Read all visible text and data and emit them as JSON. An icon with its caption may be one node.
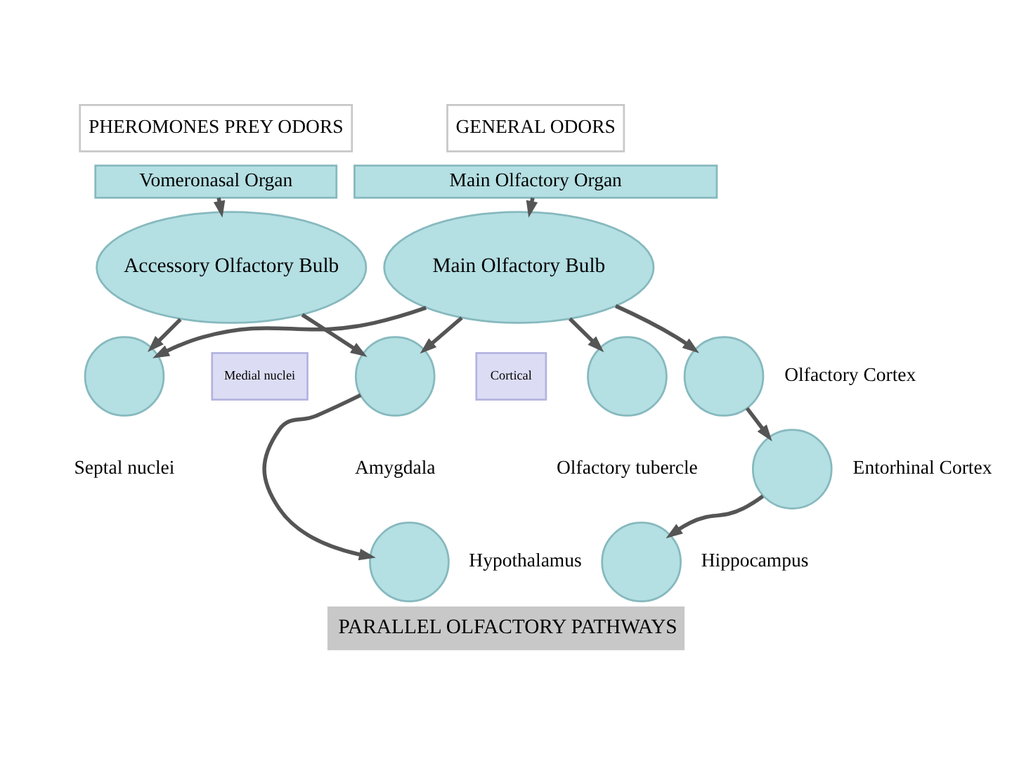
{
  "diagram": {
    "title": "PARALLEL OLFACTORY PATHWAYS",
    "nodes": [
      {
        "text": [
          "PHEROMONES PREY ODORS"
        ]
      },
      {
        "text": [
          "GENERAL ODORS"
        ]
      },
      {
        "text": [
          "Vomeronasal Organ"
        ]
      },
      {
        "text": [
          "Main Olfactory Organ"
        ]
      },
      {
        "text": [
          "Accessory Olfactory Bulb"
        ]
      },
      {
        "text": [
          "Main Olfactory Bulb"
        ]
      },
      {
        "text": [],
        "shape": "circle",
        "beside": [
          "Septal nuclei"
        ]
      },
      {
        "text": [
          "Medial nuclei"
        ]
      },
      {
        "text": [],
        "shape": "circle",
        "beside": [
          "Amygdala"
        ]
      },
      {
        "text": [
          "Cortical"
        ]
      },
      {
        "text": [],
        "shape": "circle",
        "beside": [
          "Olfactory tubercle"
        ]
      },
      {
        "text": [],
        "shape": "circle",
        "beside": [
          "Olfactory Cortex"
        ]
      },
      {
        "text": [],
        "shape": "circle",
        "beside": [
          "Hypothalamus"
        ]
      },
      {
        "text": [],
        "shape": "circle",
        "beside": [
          "Entorhinal Cortex"
        ]
      },
      {
        "text": [],
        "shape": "circle",
        "beside": [
          "Hippocampus"
        ]
      }
    ],
    "edges": [
      {
        "from": 2,
        "to": 4,
        "arrow": "to"
      },
      {
        "from": 3,
        "to": 5,
        "arrow": "to"
      },
      {
        "from": 4,
        "to": 6,
        "arrow": "to"
      },
      {
        "from": 4,
        "to": 8,
        "arrow": "to"
      },
      {
        "from": 5,
        "to": 6,
        "arrow": "to"
      },
      {
        "from": 5,
        "to": 8,
        "arrow": "to"
      },
      {
        "from": 5,
        "to": 10,
        "arrow": "to"
      },
      {
        "from": 5,
        "to": 11,
        "arrow": "to"
      },
      {
        "from": 8,
        "to": 12,
        "arrow": "to"
      },
      {
        "from": 11,
        "to": 13,
        "arrow": "to"
      },
      {
        "from": 13,
        "to": 14,
        "arrow": "to"
      }
    ]
  }
}
